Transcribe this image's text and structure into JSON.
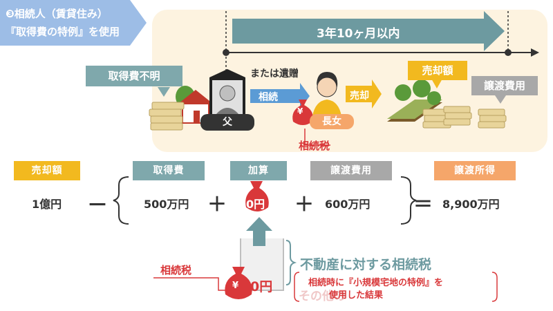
{
  "header": {
    "title_line1": "❸相続人（賃貸住み）",
    "title_line2": "『取得費の特例』を使用"
  },
  "timeline": {
    "period_label": "3年10ヶ月以内"
  },
  "scene": {
    "unknown_cost_label": "取得費不明",
    "or_gift_label": "または遺贈",
    "inherit_label": "相続",
    "father_label": "父",
    "daughter_label": "長女",
    "inheritance_tax_label": "相続税",
    "sell_label": "売却",
    "sale_amount_label": "売却額",
    "transfer_cost_label": "譲渡費用",
    "yen_symbol": "¥"
  },
  "formula": {
    "headers": {
      "sale": "売却額",
      "acquisition": "取得費",
      "addition": "加算",
      "transfer_cost": "譲渡費用",
      "transfer_income": "譲渡所得"
    },
    "values": {
      "sale": "1億円",
      "acquisition": "500万円",
      "addition": "0円",
      "transfer_cost": "600万円",
      "transfer_income": "8,900万円"
    },
    "operators": {
      "minus": "－",
      "plus1": "＋",
      "plus2": "＋",
      "equals": "＝"
    }
  },
  "bottom": {
    "realestate_tax_label": "不動産に対する相続税",
    "tax_label": "相続税",
    "zero_value": "0円",
    "other_label": "その他の",
    "note_line1": "相続時に『小規模宅地の特例』を",
    "note_line2": "使用した結果"
  },
  "colors": {
    "title_blue": "#9dbde6",
    "teal": "#7fa8ac",
    "teal_dark": "#6d9aa0",
    "arrow_blue": "#5b9bd5",
    "yellow": "#f2b91f",
    "gray": "#a8a8a8",
    "orange": "#f5a66a",
    "red": "#d9383a"
  }
}
